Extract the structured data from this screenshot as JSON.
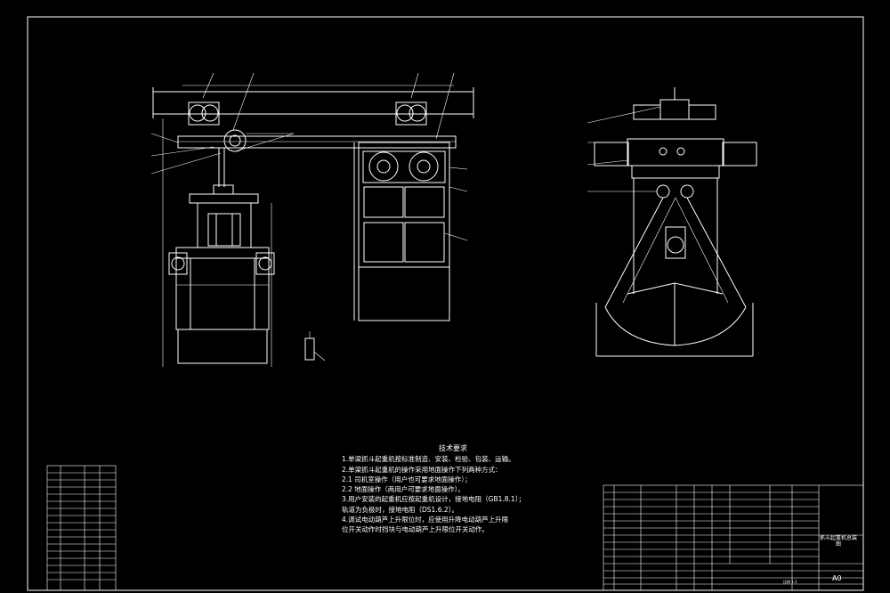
{
  "drawing": {
    "title_block": {
      "name": "抓斗起重机总装图",
      "sheet_size": "A0",
      "scale_label": "比例  1:1"
    },
    "tech_notes": {
      "title": "技术要求",
      "lines": [
        "1.单梁抓斗起重机按标准制造、安装、检验、包装、运输。",
        "2.单梁抓斗起重机的操作采用地面操作下列两种方式：",
        "2.1 司机室操作（用户也可要求地面操作）；",
        "2.2 地面操作（两用户可要求地面操作）。",
        "3.用户安装的起重机应按起重机设计，接地电阻（GB1.8.1）；",
        "  轨道为负极时，接地电阻（DS1.6.2）。",
        "4.调试电动葫芦上升限位时，应使用升降电动葫芦上升限",
        "  位开关动作时挡块与电动葫芦上升限位开关动作。"
      ]
    },
    "colors": {
      "background": "#000000",
      "line": "#ffffff"
    }
  }
}
